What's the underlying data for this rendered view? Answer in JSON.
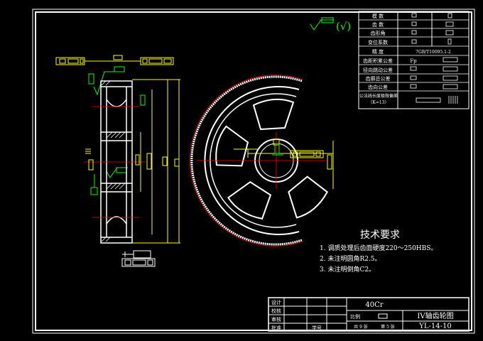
{
  "params": {
    "rows": [
      {
        "label": "模  数"
      },
      {
        "label": "齿  数"
      },
      {
        "label": "齿形角"
      },
      {
        "label": "变位系数"
      },
      {
        "label": "精  度",
        "value": "7GB/T10095.1-2"
      },
      {
        "label": "齿距积累公差",
        "value": "Fp"
      },
      {
        "label": "径向跳动公差"
      },
      {
        "label": "齿廓总公差"
      },
      {
        "label": "齿向公差"
      },
      {
        "label": "公法线长度极限偏差（K=13）"
      }
    ]
  },
  "surface_mark": "(√)",
  "tech": {
    "title": "技术要求",
    "items": [
      "1. 调质处理后齿面硬度220～250HBS。",
      "2. 未注明圆角R2.5。",
      "3. 未注明倒角C2。"
    ]
  },
  "title_block": {
    "material": "40Cr",
    "part_name": "IV轴齿轮图",
    "drawing_no": "YL-14-10",
    "scale_label": "比例",
    "sheets": "共 9 张",
    "sheet_no": "第 5 张",
    "row_labels": [
      "设计",
      "校核",
      "审核",
      "批准"
    ],
    "bottom_label": "学号"
  },
  "colors": {
    "border": "#ffffff",
    "green": "#00ff00",
    "yellow": "#ffff00",
    "red": "#ff0000",
    "white": "#ffffff"
  }
}
